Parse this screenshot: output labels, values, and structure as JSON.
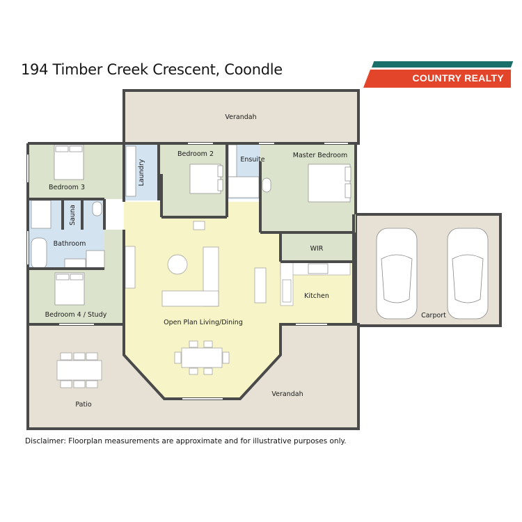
{
  "header": {
    "title": "194 Timber Creek Crescent, Coondle"
  },
  "brand": {
    "name": "COUNTRY REALTY",
    "colors": {
      "teal": "#1b6f6a",
      "red": "#e2452a"
    }
  },
  "floorplan": {
    "colors": {
      "wall": "#4a4a4a",
      "outdoor": "#e6e1d4",
      "bedroom": "#dbe3cc",
      "wet": "#d4e3f0",
      "living": "#f7f4c8",
      "fixture": "#ffffff"
    },
    "rooms": {
      "verandah_top": "Verandah",
      "bedroom3": "Bedroom 3",
      "laundry": "Laundry",
      "bedroom2": "Bedroom 2",
      "ensuite": "Ensuite",
      "master": "Master Bedroom",
      "sauna": "Sauna",
      "bathroom": "Bathroom",
      "wir": "WIR",
      "bedroom4": "Bedroom 4 / Study",
      "kitchen": "Kitchen",
      "living": "Open Plan Living/Dining",
      "carport": "Carport",
      "patio": "Patio",
      "verandah_bottom": "Verandah"
    }
  },
  "footer": {
    "disclaimer": "Disclaimer: Floorplan measurements are approximate and for illustrative purposes only."
  }
}
